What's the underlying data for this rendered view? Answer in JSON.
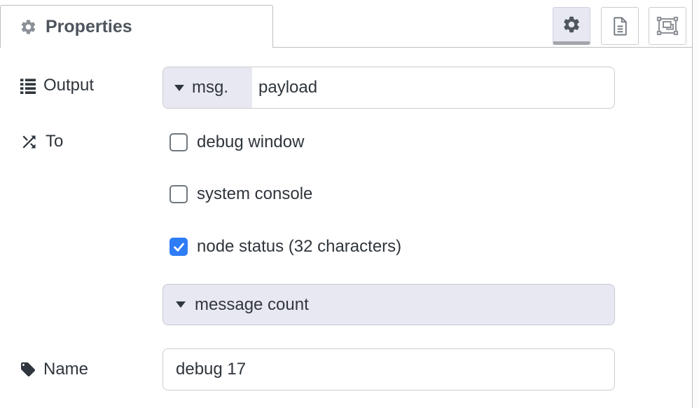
{
  "header": {
    "tab_label": "Properties",
    "tab_icon": "gear-icon",
    "toolbar": [
      {
        "name": "properties",
        "icon": "gear-icon",
        "active": true
      },
      {
        "name": "description",
        "icon": "document-icon",
        "active": false
      },
      {
        "name": "appearance",
        "icon": "object-group-icon",
        "active": false
      }
    ]
  },
  "form": {
    "output": {
      "label": "Output",
      "icon": "list-icon",
      "property_prefix": "msg.",
      "property_value": "payload",
      "caret_icon": "caret-down-icon"
    },
    "to": {
      "label": "To",
      "icon": "shuffle-icon",
      "targets": [
        {
          "label": "debug window",
          "checked": false
        },
        {
          "label": "system console",
          "checked": false
        },
        {
          "label": "node status (32 characters)",
          "checked": true
        }
      ]
    },
    "status": {
      "selected": "message count",
      "caret_icon": "caret-down-icon"
    },
    "name": {
      "label": "Name",
      "icon": "tag-icon",
      "value": "debug 17"
    }
  },
  "colors": {
    "checkbox_checked": "#2e7cf6",
    "typed_input_button_bg": "#e7e8f2",
    "active_toolbar_button_bg": "#e7e8f2",
    "input_border": "#cccccc",
    "tab_border": "#bcbec0",
    "text": "#2f353c",
    "heading_text": "#4e555d"
  }
}
